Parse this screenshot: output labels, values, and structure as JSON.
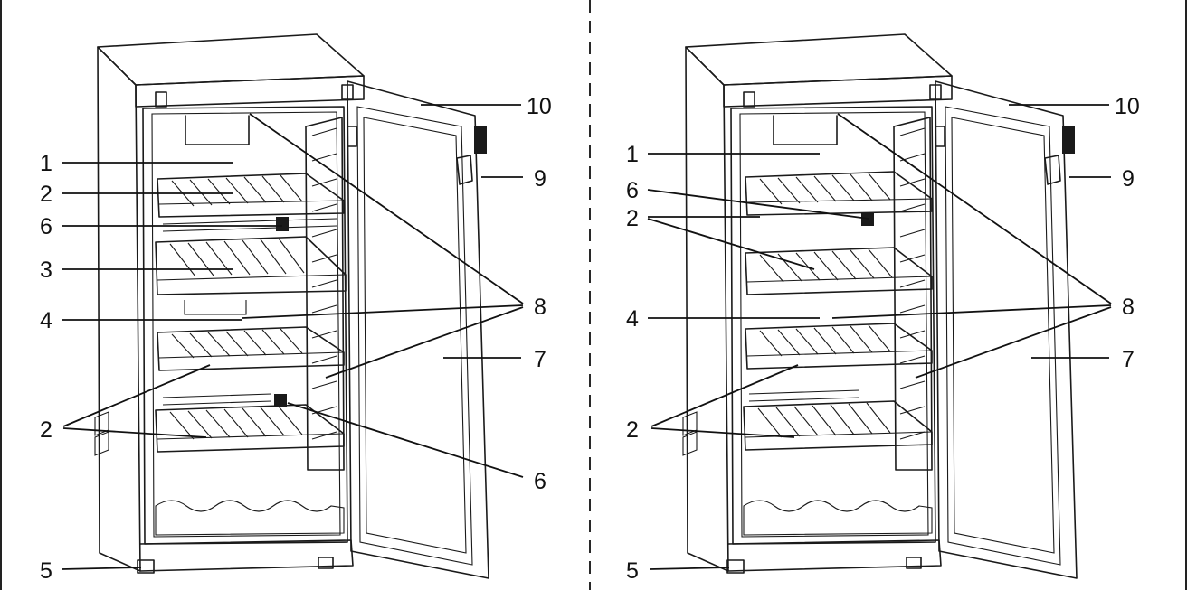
{
  "figures": [
    {
      "name": "left-cabinet",
      "callouts": [
        {
          "id": "label-1",
          "text": "1"
        },
        {
          "id": "label-2a",
          "text": "2"
        },
        {
          "id": "label-6a",
          "text": "6"
        },
        {
          "id": "label-3",
          "text": "3"
        },
        {
          "id": "label-4",
          "text": "4"
        },
        {
          "id": "label-2b",
          "text": "2"
        },
        {
          "id": "label-5",
          "text": "5"
        },
        {
          "id": "label-10",
          "text": "10"
        },
        {
          "id": "label-9",
          "text": "9"
        },
        {
          "id": "label-8",
          "text": "8"
        },
        {
          "id": "label-7",
          "text": "7"
        },
        {
          "id": "label-6b",
          "text": "6"
        }
      ]
    },
    {
      "name": "right-cabinet",
      "callouts": [
        {
          "id": "label-1",
          "text": "1"
        },
        {
          "id": "label-6",
          "text": "6"
        },
        {
          "id": "label-2a",
          "text": "2"
        },
        {
          "id": "label-4",
          "text": "4"
        },
        {
          "id": "label-2b",
          "text": "2"
        },
        {
          "id": "label-5",
          "text": "5"
        },
        {
          "id": "label-10",
          "text": "10"
        },
        {
          "id": "label-9",
          "text": "9"
        },
        {
          "id": "label-8",
          "text": "8"
        },
        {
          "id": "label-7",
          "text": "7"
        }
      ]
    }
  ]
}
